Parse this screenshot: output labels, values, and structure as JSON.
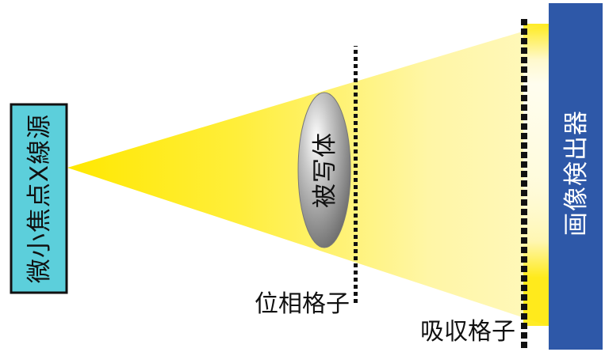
{
  "labels": {
    "source": "微小焦点X線源",
    "object": "被写体",
    "phase_grating": "位相格子",
    "absorption_grating": "吸収格子",
    "detector": "画像検出器"
  },
  "colors": {
    "source_fill": "#5ccfdb",
    "beam_yellow": "#ffe800",
    "beam_pale": "#fff6b0",
    "detector_fill": "#2e58a8",
    "detector_text": "#ffffff",
    "grating": "#111111",
    "object_gray": "#8a8a8a",
    "text": "#111111"
  }
}
